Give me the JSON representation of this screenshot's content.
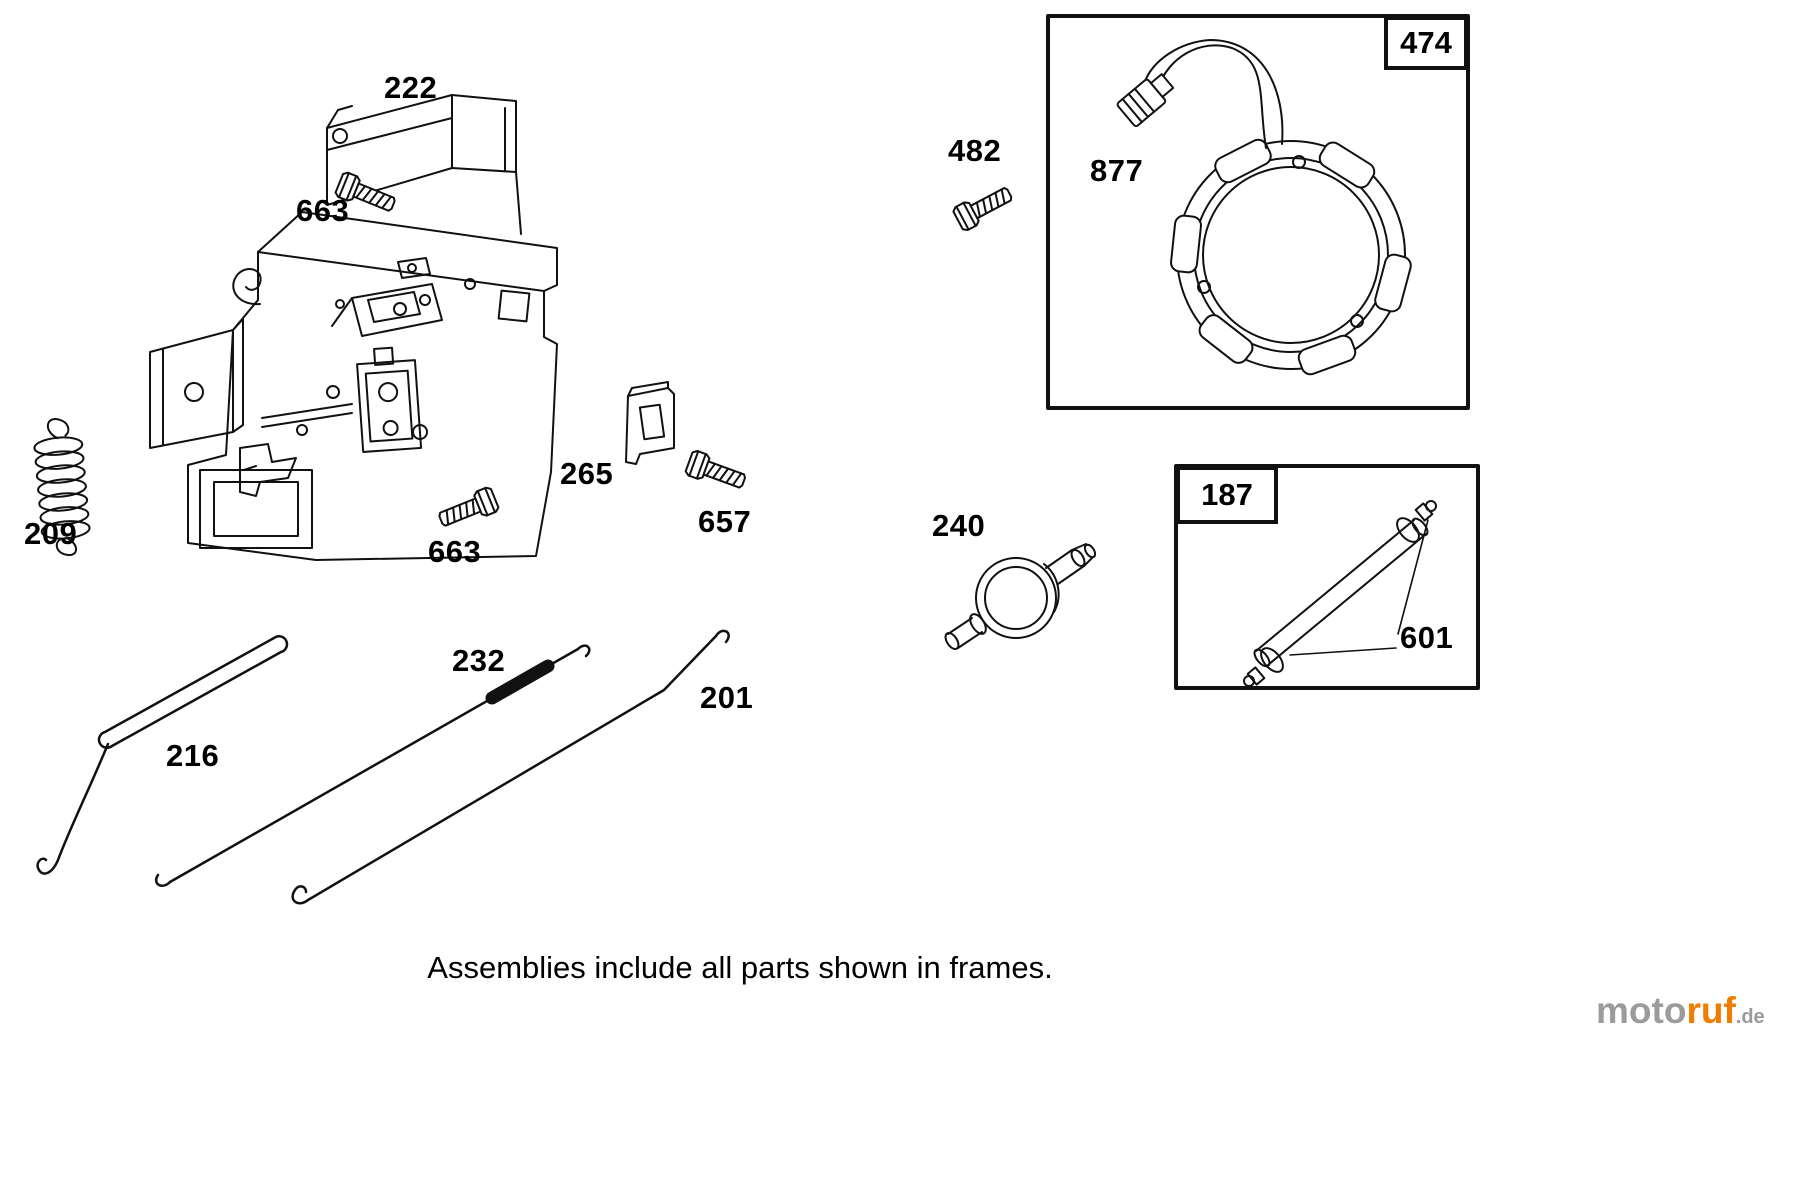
{
  "diagram": {
    "caption": "Assemblies include all parts shown in frames.",
    "part_labels": {
      "bracket_222": "222",
      "bolt_663_top": "663",
      "spring_209": "209",
      "bolt_663_mid": "663",
      "clip_265": "265",
      "bolt_657": "657",
      "rod_216": "216",
      "cable_232": "232",
      "rod_201": "201",
      "bolt_482": "482",
      "flywheel_877": "877",
      "fuel_filter_240": "240",
      "hose_601": "601"
    },
    "frame_labels": {
      "f474": "474",
      "f187": "187"
    },
    "colors": {
      "line": "#111111",
      "watermark_gray": "#9b9b9b",
      "watermark_orange": "#f07d00"
    }
  },
  "watermark": {
    "brand_gray": "moto",
    "brand_orange": "ruf",
    "tld": ".de"
  }
}
